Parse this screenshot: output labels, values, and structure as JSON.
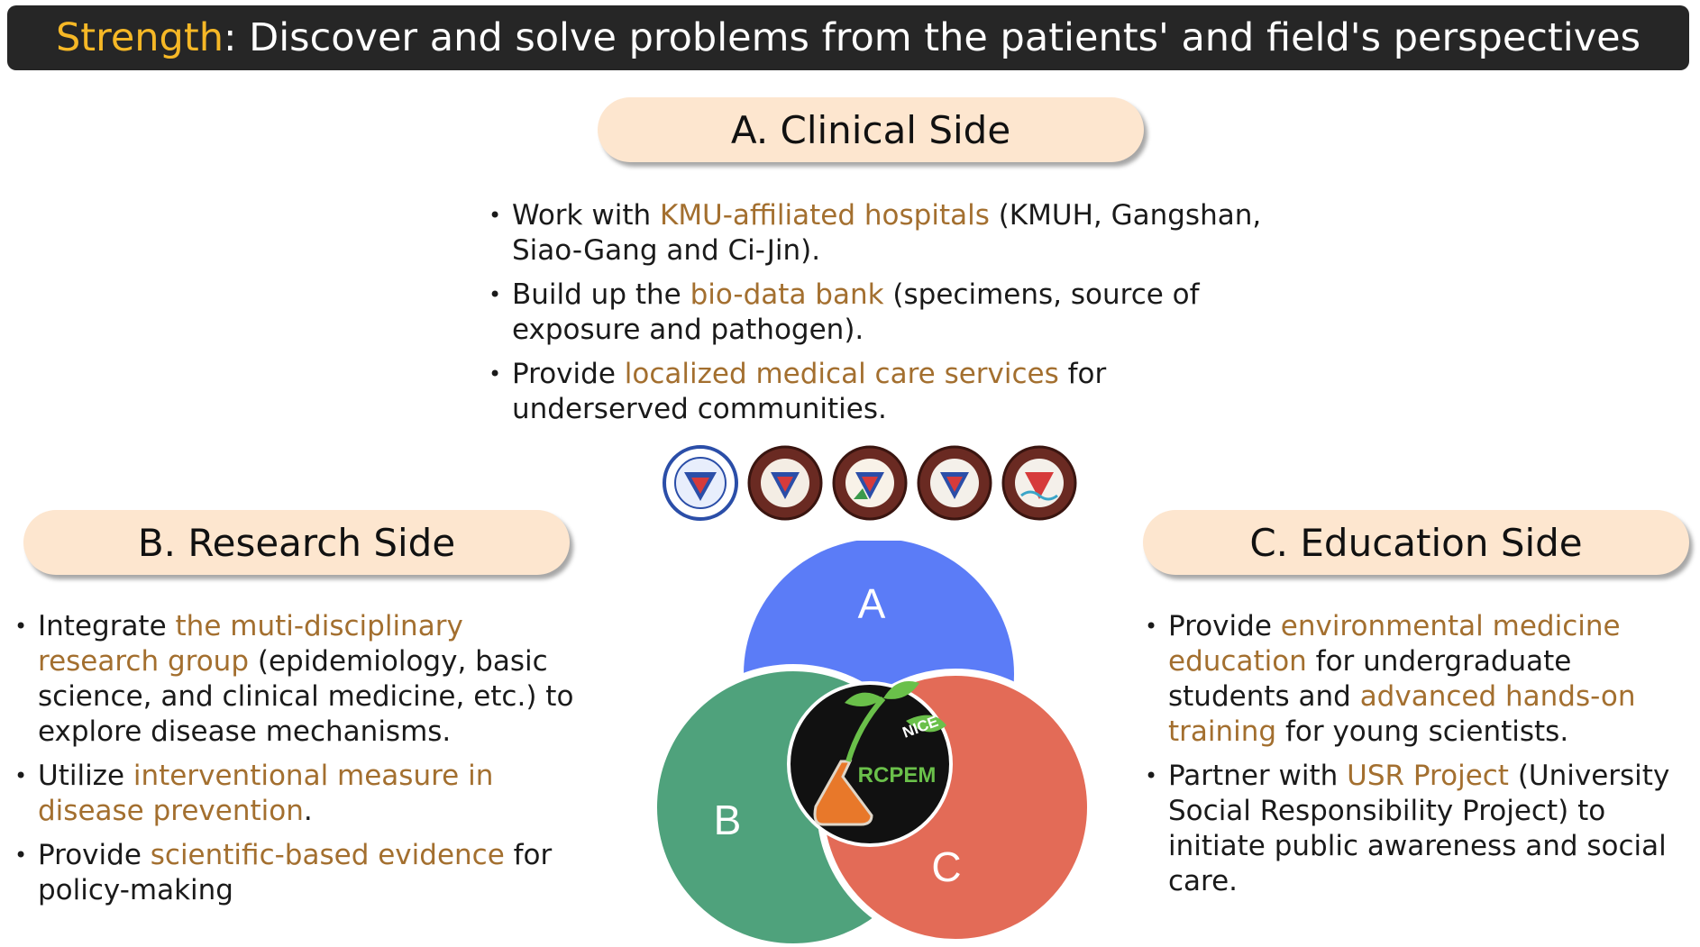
{
  "banner": {
    "highlight": "Strength",
    "rest": ": Discover and solve problems from the patients' and field's perspectives"
  },
  "sections": {
    "clinical": {
      "title": "A. Clinical Side",
      "bullets": [
        {
          "before": "Work with ",
          "highlight": "KMU-affiliated hospitals",
          "after": " (KMUH, Gangshan, Siao-Gang and Ci-Jin)."
        },
        {
          "before": "Build up the ",
          "highlight": "bio-data bank",
          "after": " (specimens, source of exposure and pathogen)."
        },
        {
          "before": "Provide ",
          "highlight": "localized medical care services",
          "after": " for underserved communities."
        }
      ]
    },
    "research": {
      "title": "B. Research Side",
      "bullets": [
        {
          "before": "Integrate ",
          "highlight": "the muti-disciplinary research group",
          "after": " (epidemiology, basic science, and clinical medicine, etc.) to explore disease mechanisms."
        },
        {
          "before": "Utilize ",
          "highlight": "interventional measure",
          "mid": " in ",
          "highlight2": "disease prevention",
          "after": "."
        },
        {
          "before": "Provide ",
          "highlight": "scientific-based evidence",
          "after": " for policy-making"
        }
      ]
    },
    "education": {
      "title": "C. Education Side",
      "bullets": [
        {
          "before": "Provide ",
          "highlight": "environmental medicine education",
          "mid": " for undergraduate students and ",
          "highlight2": "advanced hands-on training",
          "after": " for young scientists."
        },
        {
          "before": "Partner with ",
          "highlight": "USR Project",
          "after": " (University Social Responsibility Project) to initiate public awareness and social care."
        }
      ]
    }
  },
  "venn": {
    "labels": {
      "a": "A",
      "b": "B",
      "c": "C"
    },
    "center_logo_text": "RCPEM",
    "center_logo_sub": "NICE",
    "colors": {
      "a": "#5b7cf7",
      "b": "#4fa27c",
      "c": "#e36b57"
    }
  },
  "logos": [
    "university-seal-icon",
    "hospital-seal-icon",
    "hospital-seal-icon",
    "hospital-seal-icon",
    "hospital-seal-icon"
  ]
}
